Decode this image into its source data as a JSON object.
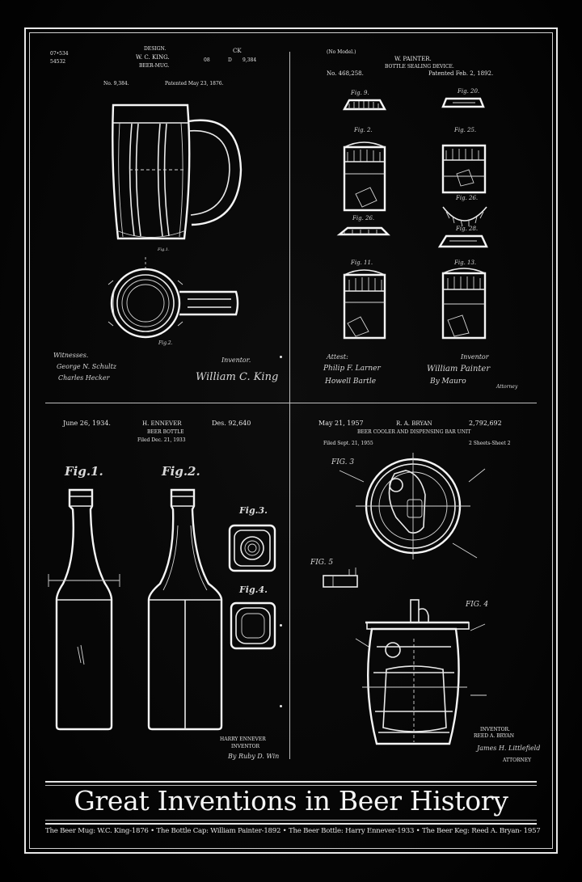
{
  "poster": {
    "title": "Great Inventions in Beer History",
    "caption": "The Beer Mug: W.C. King-1876  •  The Bottle Cap: William Painter-1892  •  The Beer Bottle: Harry Ennever-1933  •  The Beer Keg: Reed A. Bryan- 1957"
  },
  "patents": {
    "mug": {
      "corner_number_1": "07•534",
      "corner_number_2": "54532",
      "design_label": "DESIGN.",
      "inventor": "W. C. KING.",
      "subtitle": "BEER-MUG.",
      "corner_right_1": "CK",
      "code_a": "08",
      "code_b": "D",
      "code_c": "9,384",
      "patent_no": "No. 9,384.",
      "patent_date": "Patented May 23, 1876.",
      "witnesses_label": "Witnesses.",
      "witness_1": "George N. Schultz",
      "witness_2": "Charles Hecker",
      "inventor_label": "Inventor.",
      "inventor_sig": "William C. King",
      "fig_label": "Fig.2."
    },
    "cap": {
      "model_label": "(No Model.)",
      "inventor": "W. PAINTER.",
      "subtitle": "BOTTLE SEALING DEVICE.",
      "patent_no": "No. 468,258.",
      "patent_date": "Patented Feb. 2, 1892.",
      "fig_labels": [
        "Fig. 9.",
        "Fig. 20.",
        "Fig. 2.",
        "Fig. 25.",
        "Fig. 26.",
        "Fig. 26.",
        "Fig. 28.",
        "Fig. 11.",
        "Fig. 13."
      ],
      "attest_label": "Attest:",
      "witness_1": "Philip F. Larner",
      "witness_2": "Howell Bartle",
      "inventor_label": "Inventor",
      "inventor_sig": "William Painter",
      "attorney_sig": "By Mauro",
      "attorney_label": "Attorney"
    },
    "bottle": {
      "patent_date": "June 26, 1934.",
      "inventor": "H. ENNEVER",
      "subtitle": "BEER BOTTLE",
      "filed": "Filed Dec. 21, 1933",
      "patent_no": "Des. 92,640",
      "fig_1": "Fig.1.",
      "fig_2": "Fig.2.",
      "fig_3": "Fig.3.",
      "fig_4": "Fig.4.",
      "inventor_caption": "HARRY ENNEVER",
      "inventor_role": "INVENTOR",
      "attorney_sig": "By Ruby D. Win"
    },
    "keg": {
      "patent_date": "May 21, 1957",
      "inventor": "R. A. BRYAN",
      "patent_no": "2,792,692",
      "subtitle": "BEER COOLER AND DISPENSING BAR UNIT",
      "filed": "Filed Sept. 21, 1955",
      "sheets": "2 Sheets-Sheet 2",
      "fig_3": "FIG. 3",
      "fig_4": "FIG. 4",
      "fig_5": "FIG. 5",
      "inventor_label": "INVENTOR.",
      "inventor_name": "REED A. BRYAN",
      "attorney_sig": "James H. Littlefield",
      "attorney_label": "ATTORNEY"
    }
  },
  "colors": {
    "background": "#050505",
    "line": "#eaeaea"
  }
}
